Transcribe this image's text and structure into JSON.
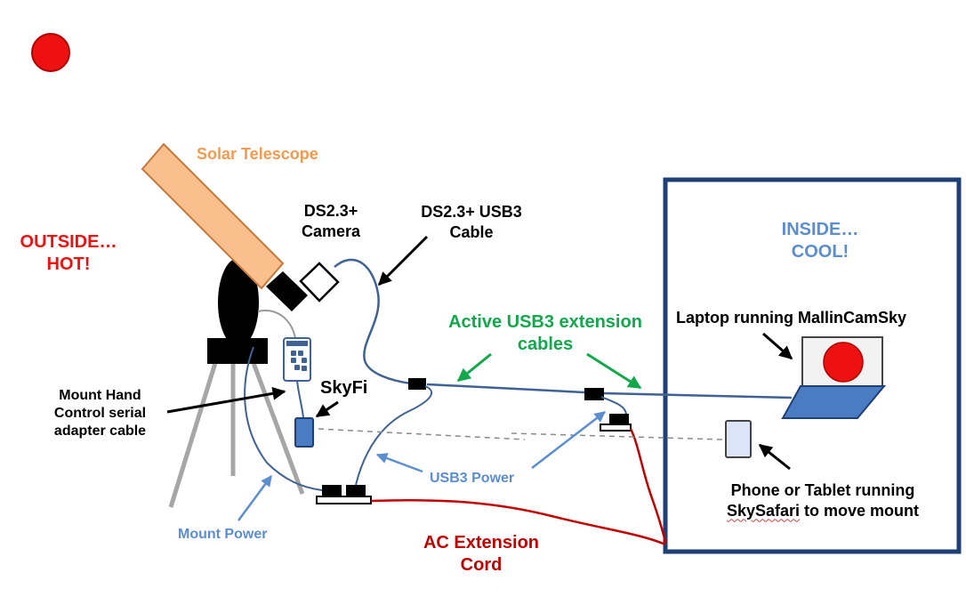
{
  "colors": {
    "red": "#ee1111",
    "telescope": "#f9c08e",
    "telescope_stroke": "#c9773a",
    "cable": "#3e6293",
    "usb_power": "#5b8ed1",
    "green": "#12a84c",
    "ac_cord": "#c00000",
    "inside": "#5b8ed1",
    "outside": "#ee1111",
    "solar_label": "#f39a4f",
    "room_border": "#1f3f77",
    "tripod": "#a6a6a6"
  },
  "labels": {
    "solar_telescope": "Solar Telescope",
    "outside_line1": "OUTSIDE…",
    "outside_line2": "HOT!",
    "camera_line1": "DS2.3+",
    "camera_line2": "Camera",
    "usb_cable_line1": "DS2.3+ USB3",
    "usb_cable_line2": "Cable",
    "inside_line1": "INSIDE…",
    "inside_line2": "COOL!",
    "laptop": "Laptop running MallinCamSky",
    "active_usb_line1": "Active USB3 extension",
    "active_usb_line2": "cables",
    "skyfi": "SkyFi",
    "hand_control_line1": "Mount Hand",
    "hand_control_line2": "Control serial",
    "hand_control_line3": "adapter cable",
    "usb3_power": "USB3 Power",
    "phone_line1": "Phone or Tablet running",
    "phone_line2_app": "SkySafari",
    "phone_line2_rest": " to move mount",
    "mount_power": "Mount Power",
    "ac_line1": "AC Extension",
    "ac_line2": "Cord"
  }
}
